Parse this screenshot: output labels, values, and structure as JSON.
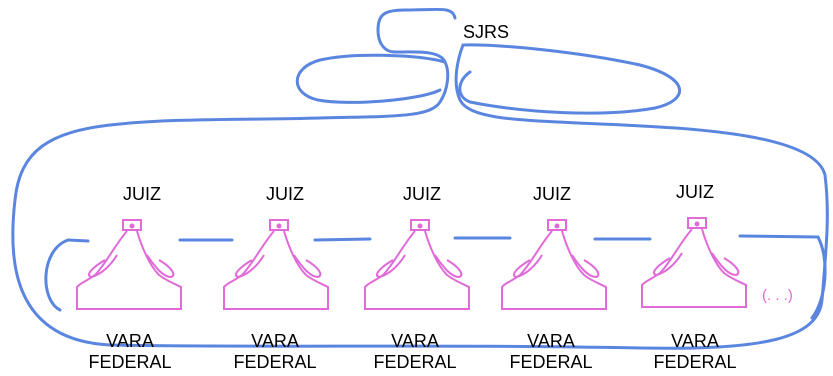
{
  "title": "SJRS",
  "units": [
    {
      "judge_label": "JUIZ",
      "court_line1": "VARA",
      "court_line2": "FEDERAL"
    },
    {
      "judge_label": "JUIZ",
      "court_line1": "VARA",
      "court_line2": "FEDERAL"
    },
    {
      "judge_label": "JUIZ",
      "court_line1": "VARA",
      "court_line2": "FEDERAL"
    },
    {
      "judge_label": "JUIZ",
      "court_line1": "VARA",
      "court_line2": "FEDERAL"
    },
    {
      "judge_label": "JUIZ",
      "court_line1": "VARA",
      "court_line2": "FEDERAL"
    }
  ],
  "ellipsis": "(. . .)",
  "colors": {
    "outline": "#5b86e0",
    "figure": "#e06ad8"
  }
}
